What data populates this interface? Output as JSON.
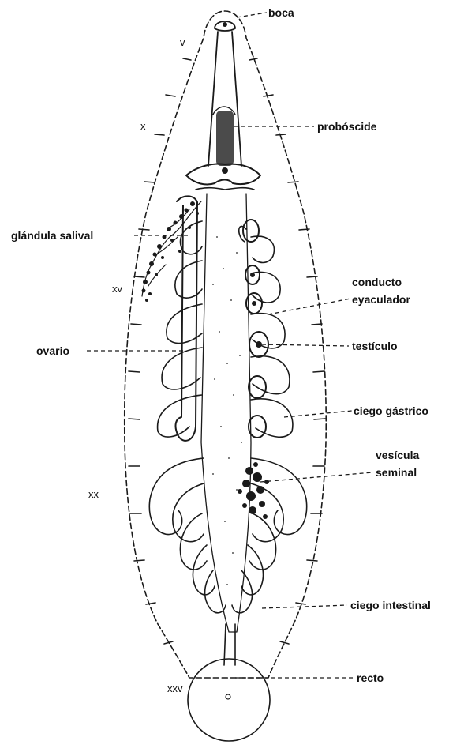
{
  "labels": {
    "mouth": "boca",
    "proboscis": "probóscide",
    "salivary_gland": "glándula salival",
    "ejaculatory_duct_line1": "conducto",
    "ejaculatory_duct_line2": "eyaculador",
    "ovary": "ovario",
    "testicle": "testículo",
    "gastric_caecum": "ciego gástrico",
    "seminal_vesicle_line1": "vesícula",
    "seminal_vesicle_line2": "seminal",
    "intestinal_caecum": "ciego intestinal",
    "rectum": "recto"
  },
  "segments": {
    "s5": "v",
    "s10": "x",
    "s15": "xv",
    "s20": "xx",
    "s25": "xxv"
  }
}
